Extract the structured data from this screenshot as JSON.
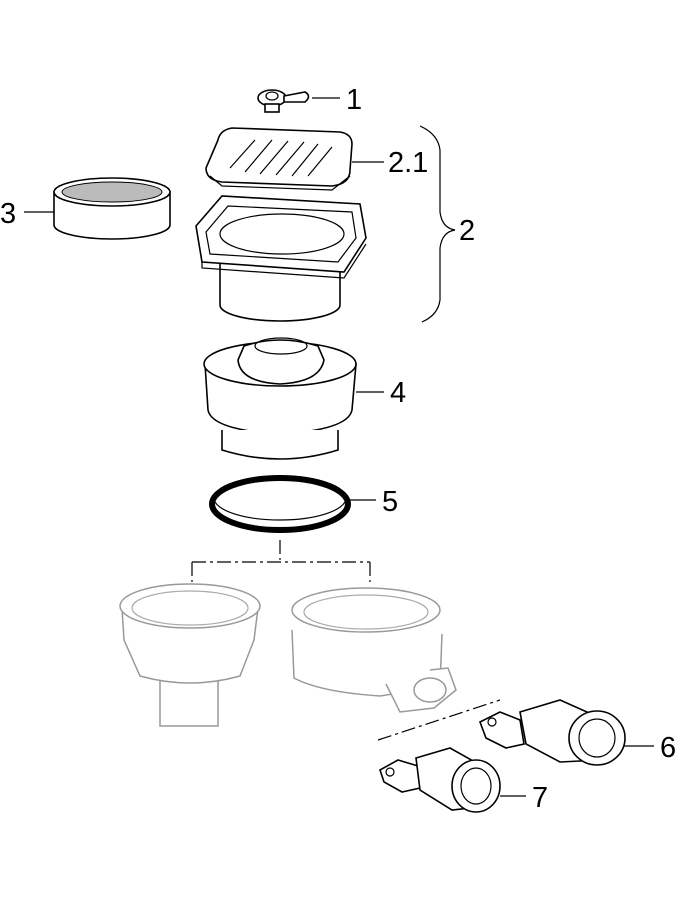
{
  "labels": {
    "part_1": "1",
    "part_2_1": "2.1",
    "part_2": "2",
    "part_3": "3",
    "part_4": "4",
    "part_5": "5",
    "part_6": "6",
    "part_7": "7"
  }
}
